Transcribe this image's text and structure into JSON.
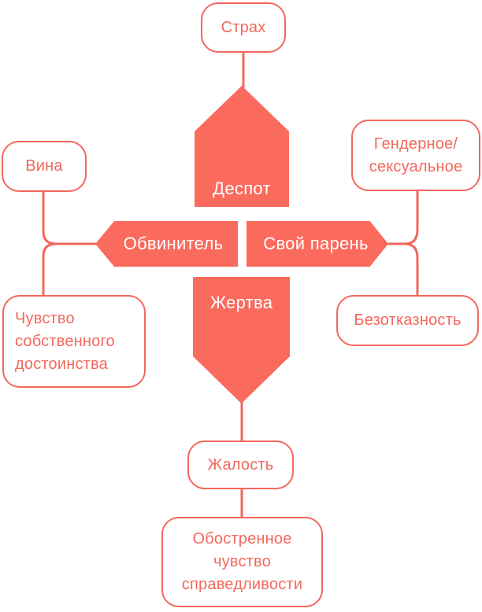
{
  "diagram": {
    "colors": {
      "outline": "#F2685C",
      "fill": "#FA6A5D",
      "label_on_fill": "#FFFFFF",
      "background": "#FFFFFF"
    },
    "nodes": {
      "fear": {
        "label": "Страх"
      },
      "guilt": {
        "label": "Вина"
      },
      "gender": {
        "label": "Гендерное/\nсексуальное"
      },
      "despot": {
        "label": "Деспот"
      },
      "accuser": {
        "label": "Обвинитель"
      },
      "good_guy": {
        "label": "Свой парень"
      },
      "victim": {
        "label": "Жертва"
      },
      "dignity": {
        "label": "Чувство\nсобственного\nдостоинства"
      },
      "compliance": {
        "label": "Безотказность"
      },
      "pity": {
        "label": "Жалость"
      },
      "justice": {
        "label": "Обостренное\nчувство\nсправедливости"
      }
    },
    "edges": [
      {
        "from": "Страх",
        "to": "Деспот"
      },
      {
        "from": "Вина",
        "to": "Обвинитель"
      },
      {
        "from": "Обвинитель",
        "to": "Чувство собственного достоинства"
      },
      {
        "from": "Гендерное/сексуальное",
        "to": "Свой парень"
      },
      {
        "from": "Свой парень",
        "to": "Безотказность"
      },
      {
        "from": "Жертва",
        "to": "Жалость"
      },
      {
        "from": "Жалость",
        "to": "Обостренное чувство справедливости"
      }
    ]
  }
}
